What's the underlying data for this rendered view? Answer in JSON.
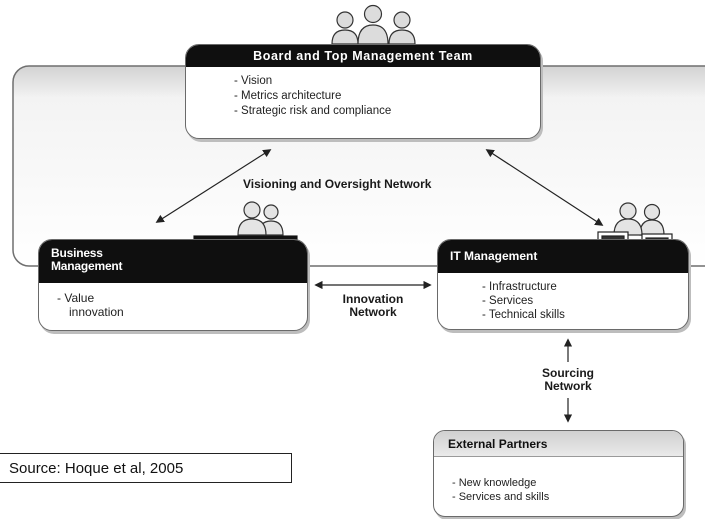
{
  "board": {
    "title": "Board and Top Management Team",
    "items": [
      "- Vision",
      "- Metrics architecture",
      "- Strategic risk and compliance"
    ]
  },
  "business": {
    "title_line1": "Business",
    "title_line2": "Management",
    "items": [
      "- Value",
      "innovation"
    ]
  },
  "it": {
    "title": "IT Management",
    "items": [
      "- Infrastructure",
      "- Services",
      "- Technical skills"
    ]
  },
  "external": {
    "title": "External Partners",
    "items": [
      "- New knowledge",
      "- Services and skills"
    ]
  },
  "networks": {
    "visioning": "Visioning and Oversight Network",
    "innovation_line1": "Innovation",
    "innovation_line2": "Network",
    "sourcing_line1": "Sourcing",
    "sourcing_line2": "Network"
  },
  "source": "Source: Hoque et al, 2005",
  "icons": [
    "people-group-icon",
    "dashboard-report-icon",
    "server-icon"
  ]
}
